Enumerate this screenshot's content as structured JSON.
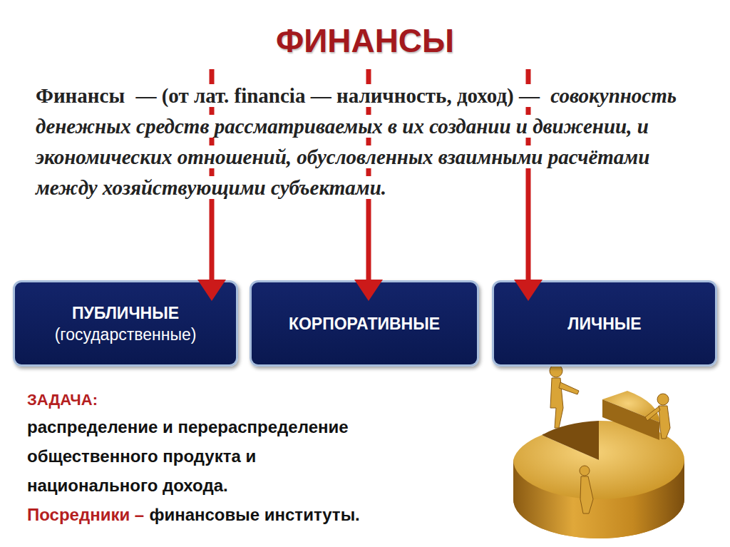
{
  "diagram": {
    "title": "ФИНАНСЫ",
    "nodes": [
      {
        "text": [
          "ПУБЛИЧНЫЕ",
          "(государственные)"
        ]
      },
      {
        "text": [
          "КОРПОРАТИВНЫЕ"
        ]
      },
      {
        "text": [
          "ЛИЧНЫЕ"
        ]
      }
    ],
    "labels": [
      "Финансы",
      "— (от лат. financia — наличность, доход) —",
      "совокупность денежных средств рассматриваемых в их создании и движении, и экономических отношений, обусловленных взаимными расчётами между хозяйствующими субъектами.",
      "ЗАДАЧА:",
      "распределение и перераспределение общественного продукта и национального дохода.",
      "Посредники –",
      "финансовые институты."
    ]
  }
}
